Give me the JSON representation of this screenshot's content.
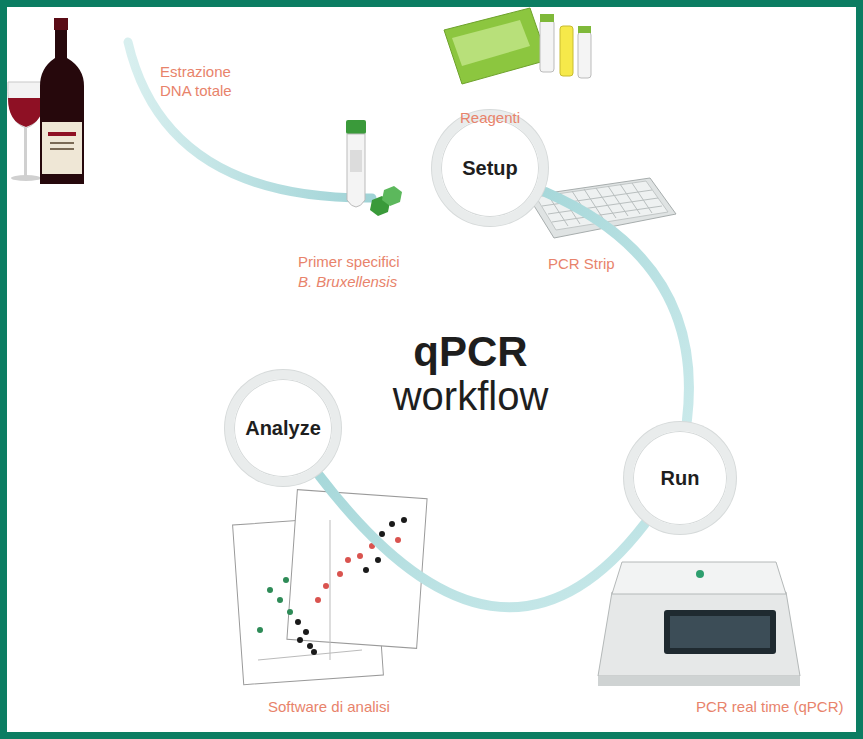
{
  "diagram": {
    "title": "qPCR workflow",
    "nodes": [
      {
        "text": [
          "Setup"
        ]
      },
      {
        "text": [
          "Analyze"
        ]
      },
      {
        "text": [
          "Run"
        ]
      }
    ],
    "edges": [
      {
        "from": 0,
        "to": 2,
        "arrow": "none"
      },
      {
        "from": 2,
        "to": 1,
        "arrow": "none"
      }
    ],
    "labels": [
      "Estrazione DNA totale",
      "Reagenti",
      "Primer specifici",
      "B. Bruxellensis",
      "PCR Strip",
      "Software di analisi",
      "PCR real time (qPCR)"
    ]
  }
}
